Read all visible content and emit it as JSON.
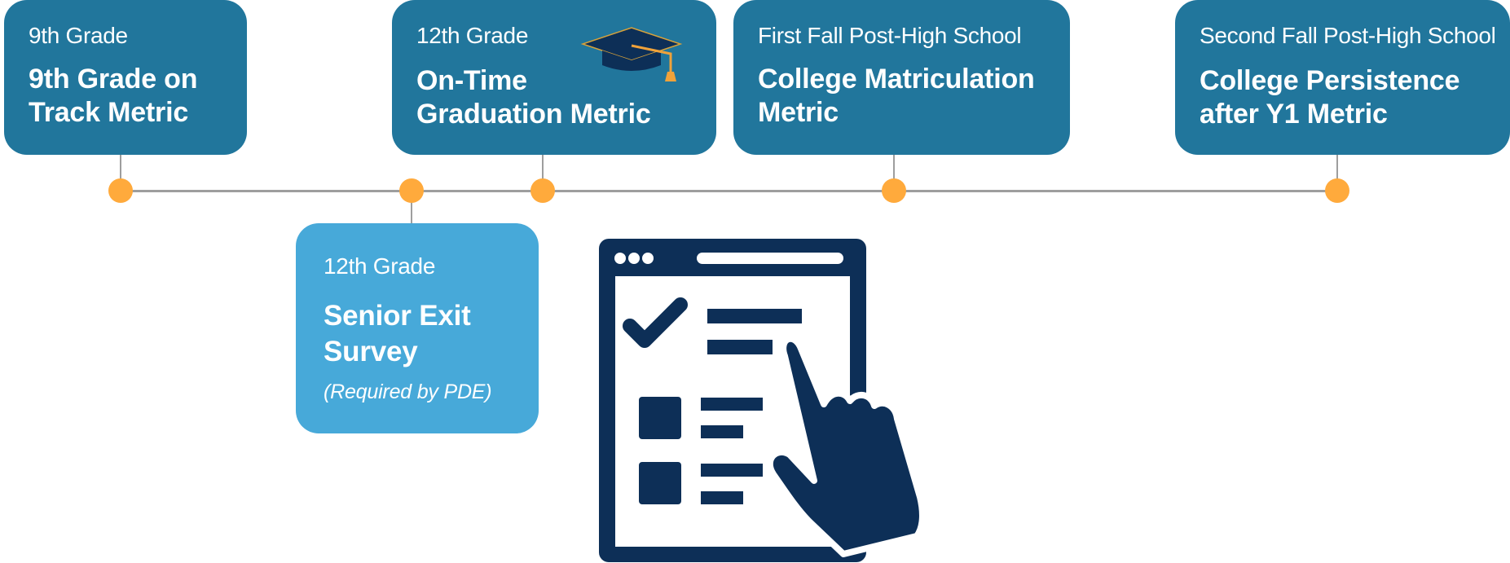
{
  "colors": {
    "card_dark": "#21769c",
    "card_light": "#47a9d9",
    "timeline_line": "#9e9e9e",
    "milestone_dot": "#ffaa3c",
    "icon_navy": "#0d2f57",
    "tassel": "#f0a23a"
  },
  "milestones": [
    {
      "stage": "9th Grade",
      "metric": "9th Grade on Track Metric"
    },
    {
      "stage": "12th Grade",
      "metric": "Senior Exit Survey",
      "note": "(Required by PDE)"
    },
    {
      "stage": "12th Grade",
      "metric": "On-Time Graduation Metric",
      "icon": "graduation-cap-icon"
    },
    {
      "stage": "First Fall Post-High School",
      "metric": "College Matriculation Metric"
    },
    {
      "stage": "Second Fall Post-High School",
      "metric": "College Persistence after Y1 Metric"
    }
  ],
  "illustration": {
    "icon": "tablet-checklist-hand-icon"
  }
}
